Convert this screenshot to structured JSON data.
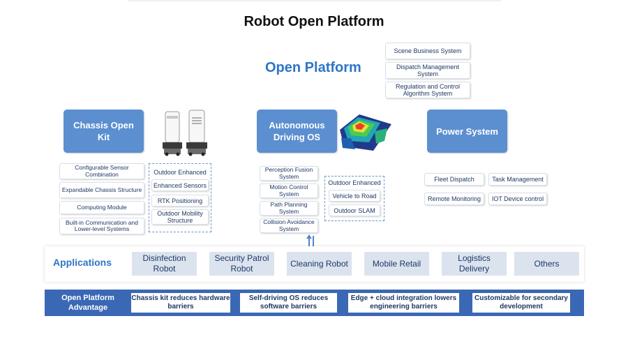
{
  "title": "Robot Open Platform",
  "open_platform": {
    "label": "Open Platform",
    "items": [
      "Scene Business System",
      "Dispatch Management System",
      "Regulation and Control Algorithm System"
    ]
  },
  "chassis": {
    "label": "Chassis Open Kit",
    "items": [
      "Configurable Sensor Combination",
      "Expandable Chassis Structure",
      "Computing Module",
      "Built-in Communication and Lower-level Systems"
    ],
    "outdoor": {
      "title": "Outdoor Enhanced",
      "items": [
        "Enhanced Sensors",
        "RTK Positioning",
        "Outdoor Mobility Structure"
      ]
    }
  },
  "autonomous": {
    "label": "Autonomous Driving OS",
    "items": [
      "Perception Fusion System",
      "Motion Control System",
      "Path Planning System",
      "Collision Avoidance System"
    ],
    "outdoor": {
      "title": "Outdoor Enhanced",
      "items": [
        "Vehicle to Road",
        "Outdoor SLAM"
      ]
    }
  },
  "power": {
    "label": "Power System",
    "items": [
      "Fleet Dispatch",
      "Task Management",
      "Remote Monitoring",
      "IOT Device control"
    ]
  },
  "applications": {
    "label": "Applications",
    "items": [
      "Disinfection Robot",
      "Security Patrol Robot",
      "Cleaning Robot",
      "Mobile Retail",
      "Logistics Delivery",
      "Others"
    ]
  },
  "advantage": {
    "label": "Open Platform Advantage",
    "items": [
      "Chassis kit reduces hardware barriers",
      "Self-driving OS reduces software barriers",
      "Edge + cloud integration lowers engineering barriers",
      "Customizable for secondary development"
    ]
  },
  "colors": {
    "accent": "#2e75c6",
    "module_box": "#5b8fd0",
    "advantage_band": "#3b68b5",
    "app_cell": "#dbe3ef",
    "text": "#1f3864"
  }
}
